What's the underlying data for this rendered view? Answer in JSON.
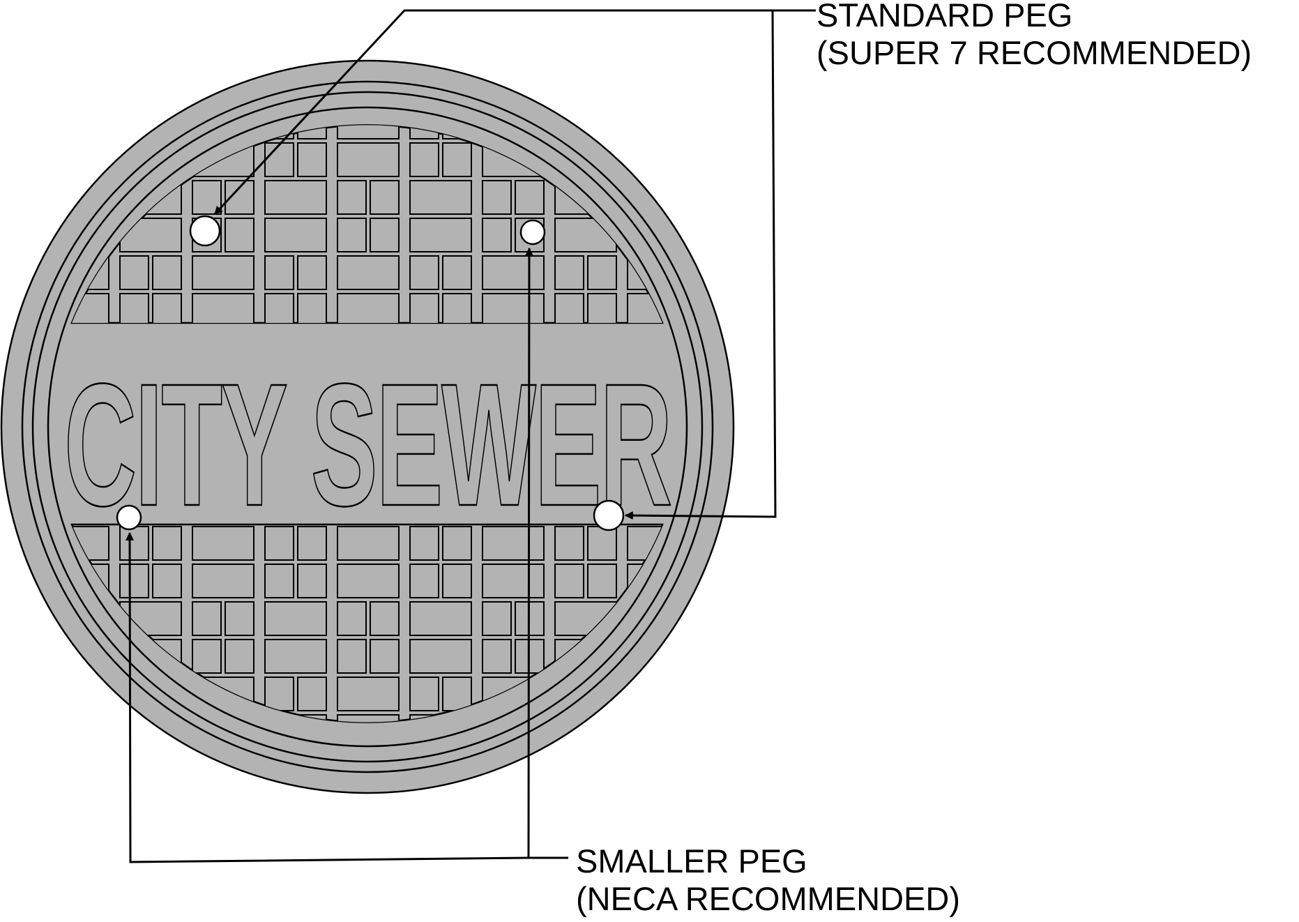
{
  "cover": {
    "text": "CITY SEWER",
    "fill_color": "#b3b3b3",
    "line_color": "#000000"
  },
  "callouts": {
    "standard_peg": {
      "line1": "STANDARD PEG",
      "line2": "(SUPER 7 RECOMMENDED)"
    },
    "smaller_peg": {
      "line1": "SMALLER PEG",
      "line2": "(NECA RECOMMENDED)"
    }
  }
}
